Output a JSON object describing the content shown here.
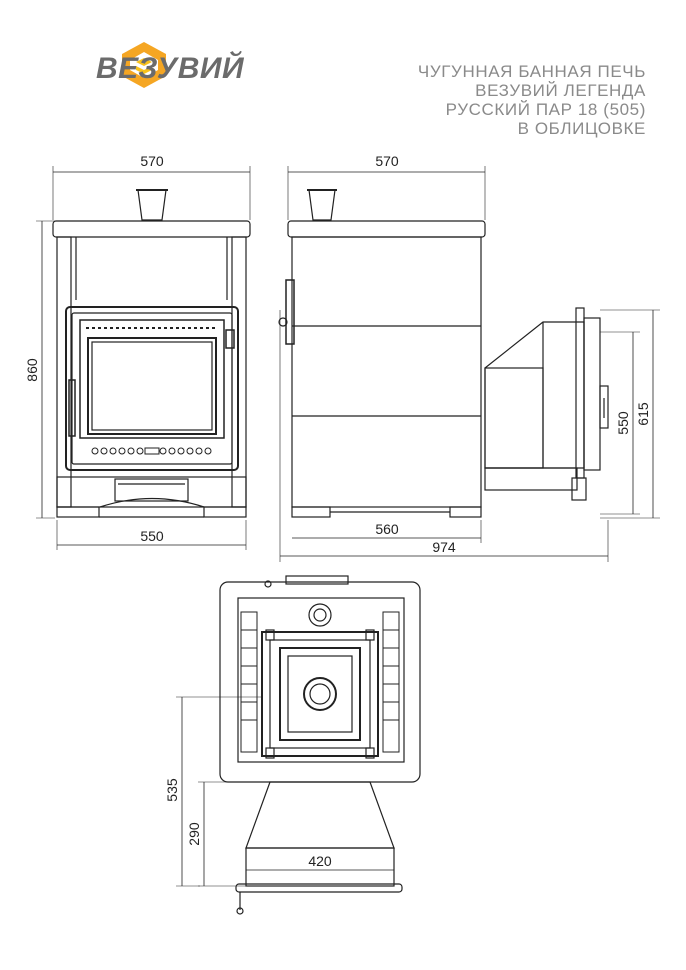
{
  "brand": {
    "name": "ВЕЗУВИЙ",
    "logo_icon": "vezuviy-logo-icon"
  },
  "title": [
    "ЧУГУННАЯ БАННАЯ ПЕЧЬ",
    "ВЕЗУВИЙ ЛЕГЕНДА",
    "РУССКИЙ ПАР 18 (505)",
    "В ОБЛИЦОВКЕ"
  ],
  "dimensions": {
    "front_width_top": "570",
    "front_height": "860",
    "front_width_bottom": "550",
    "side_width_top": "570",
    "side_body_depth": "560",
    "side_total_length": "974",
    "tunnel_height": "550",
    "tunnel_total_height": "615",
    "plan_tunnel_width": "420",
    "plan_tunnel_depth": "290",
    "plan_total_depth": "535"
  },
  "colors": {
    "line": "#222222",
    "logo_orange": "#f5a623",
    "logo_yellow": "#f8c21c",
    "text_gray": "#8a8a8a"
  }
}
